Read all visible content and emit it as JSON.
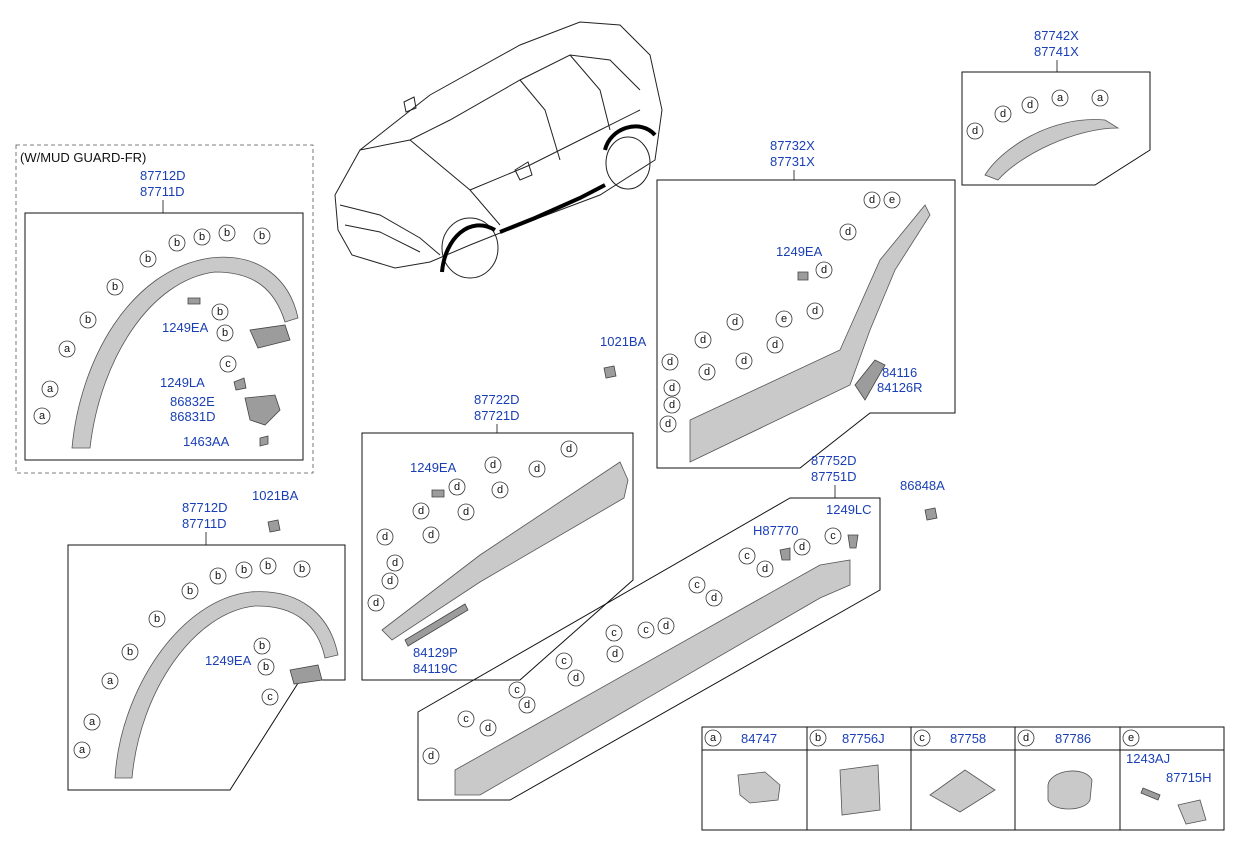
{
  "caption_mud_guard": "(W/MUD GUARD-FR)",
  "callouts": {
    "a": "a",
    "b": "b",
    "c": "c",
    "d": "d",
    "e": "e"
  },
  "parts": {
    "p87742X": "87742X",
    "p87741X": "87741X",
    "p87732X": "87732X",
    "p87731X": "87731X",
    "p87712D": "87712D",
    "p87711D": "87711D",
    "p1249EA": "1249EA",
    "p1249LA": "1249LA",
    "p86832E": "86832E",
    "p86831D": "86831D",
    "p1463AA": "1463AA",
    "p1021BA": "1021BA",
    "p84116": "84116",
    "p84126R": "84126R",
    "p87722D": "87722D",
    "p87721D": "87721D",
    "p84129P": "84129P",
    "p84119C": "84119C",
    "p87752D": "87752D",
    "p87751D": "87751D",
    "p86848A": "86848A",
    "p1249LC": "1249LC",
    "pH87770": "H87770"
  },
  "legend": [
    {
      "letter": "a",
      "part": "84747"
    },
    {
      "letter": "b",
      "part": "87756J"
    },
    {
      "letter": "c",
      "part": "87758"
    },
    {
      "letter": "d",
      "part": "87786"
    },
    {
      "letter": "e",
      "part": "",
      "sub_parts": [
        "1243AJ",
        "87715H"
      ]
    }
  ]
}
